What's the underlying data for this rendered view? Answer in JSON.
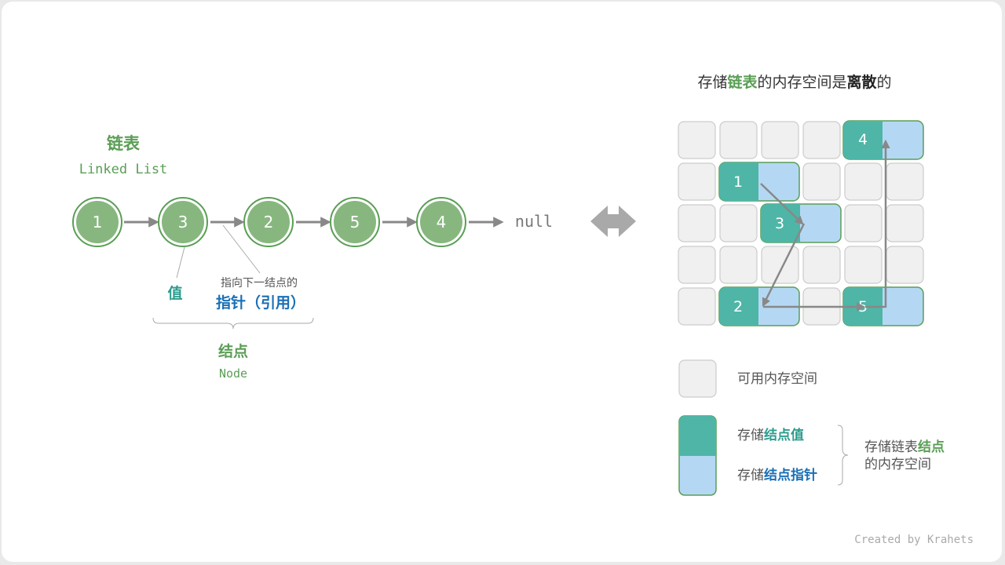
{
  "left": {
    "title": "链表",
    "subtitle": "Linked List",
    "nodes": [
      "1",
      "3",
      "2",
      "5",
      "4"
    ],
    "null_label": "null",
    "value_label": "值",
    "pointer_caption": "指向下一结点的",
    "pointer_label": "指针（引用）",
    "node_label": "结点",
    "node_sublabel": "Node"
  },
  "right": {
    "title_prefix": "存储",
    "title_em1": "链表",
    "title_mid": "的内存空间是",
    "title_em2": "离散",
    "title_suffix": "的",
    "grid_values": [
      "4",
      "1",
      "3",
      "2",
      "5"
    ],
    "legend": {
      "free": "可用内存空间",
      "value_prefix": "存储",
      "value_em": "结点值",
      "pointer_prefix": "存储",
      "pointer_em": "结点指针",
      "group_line1_prefix": "存储链表",
      "group_line1_em": "结点",
      "group_line2": "的内存空间"
    }
  },
  "credit": "Created by Krahets",
  "colors": {
    "node_fill": "#87b77f",
    "node_stroke": "#5a9e55",
    "teal": "#4fb5a7",
    "light_blue": "#b4d8f4",
    "cell_gray": "#f0f0f0",
    "arrow_gray": "#888888",
    "accent_blue": "#1a6fb5"
  }
}
